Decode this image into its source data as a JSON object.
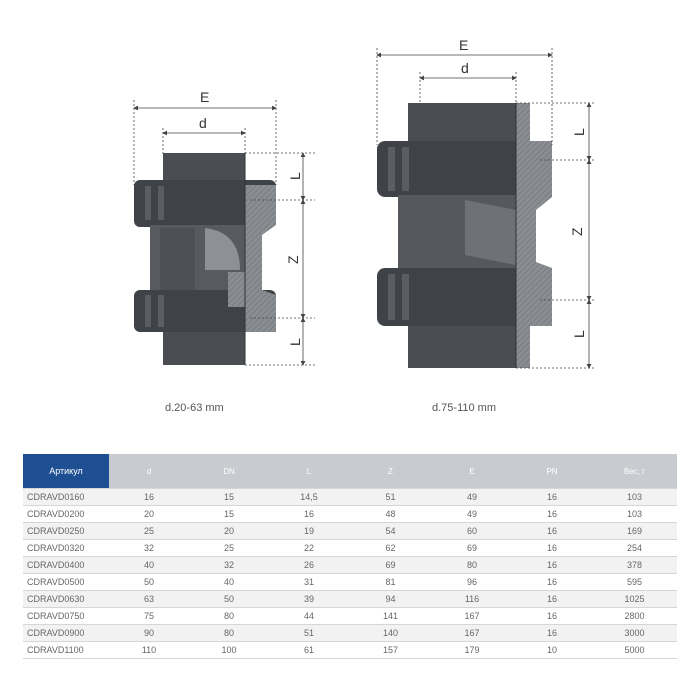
{
  "drawing_left": {
    "caption": "d.20-63 mm",
    "label_E": "E",
    "label_d": "d",
    "label_L_top": "L",
    "label_Z": "Z",
    "label_L_bottom": "L"
  },
  "drawing_right": {
    "caption": "d.75-110 mm",
    "label_E": "E",
    "label_d": "d",
    "label_L_top": "L",
    "label_Z": "Z",
    "label_L_bottom": "L"
  },
  "colors": {
    "body": "#4a4d51",
    "body_dark": "#3a3c40",
    "section": "#7f8387",
    "dim_line": "#444444",
    "header_accent": "#1f4f93",
    "header_gray": "#c8cbcf"
  },
  "table": {
    "headers": [
      "Артикул",
      "d",
      "DN",
      "L",
      "Z",
      "E",
      "PN",
      "Вес, г"
    ],
    "rows": [
      [
        "CDRAVD0160",
        "16",
        "15",
        "14,5",
        "51",
        "49",
        "16",
        "103"
      ],
      [
        "CDRAVD0200",
        "20",
        "15",
        "16",
        "48",
        "49",
        "16",
        "103"
      ],
      [
        "CDRAVD0250",
        "25",
        "20",
        "19",
        "54",
        "60",
        "16",
        "169"
      ],
      [
        "CDRAVD0320",
        "32",
        "25",
        "22",
        "62",
        "69",
        "16",
        "254"
      ],
      [
        "CDRAVD0400",
        "40",
        "32",
        "26",
        "69",
        "80",
        "16",
        "378"
      ],
      [
        "CDRAVD0500",
        "50",
        "40",
        "31",
        "81",
        "96",
        "16",
        "595"
      ],
      [
        "CDRAVD0630",
        "63",
        "50",
        "39",
        "94",
        "116",
        "16",
        "1025"
      ],
      [
        "CDRAVD0750",
        "75",
        "80",
        "44",
        "141",
        "167",
        "16",
        "2800"
      ],
      [
        "CDRAVD0900",
        "90",
        "80",
        "51",
        "140",
        "167",
        "16",
        "3000"
      ],
      [
        "CDRAVD1100",
        "110",
        "100",
        "61",
        "157",
        "179",
        "10",
        "5000"
      ]
    ]
  }
}
